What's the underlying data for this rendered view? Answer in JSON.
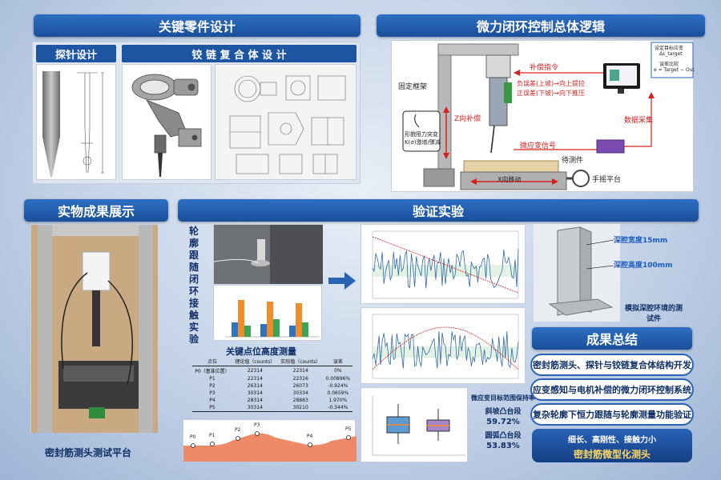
{
  "headers": {
    "key_parts": "关键零件设计",
    "control_logic": "微力闭环控制总体逻辑",
    "results_display": "实物成果展示",
    "verification": "验证实验",
    "summary": "成果总结"
  },
  "subheaders": {
    "probe": "探针设计",
    "hinge": "铰 链 复 合 体 设 计"
  },
  "diagram": {
    "fixed_frame": "固定框架",
    "z_comp": "Z向补偿",
    "compensation_cmd": "补偿指令",
    "neg_err": "负误差(上坡)→向上提拉",
    "pos_err": "正误差(下坡)→向下推压",
    "data_acq": "数据采集",
    "strain_signal": "微应变信号",
    "workpiece": "待测件",
    "x_move": "X向移动",
    "hand_stage": "手摇平台",
    "shape_res": "形貌阻力突变",
    "k_sigma": "K(σ)激增/骤减",
    "screen_l1": "设定目标应变",
    "screen_l2": "Δε_target",
    "screen_l3": "误差比较",
    "screen_l4": "e = Target − Out"
  },
  "platform_caption": "密封筋测头测试平台",
  "vertical_caption": "轮廓跟随闭环接触实验",
  "table": {
    "title": "关键点位高度测量",
    "headers": [
      "点位",
      "理论值（counts）",
      "实际值（counts）",
      "误差"
    ],
    "rows": [
      [
        "P0（基准位置）",
        "22314",
        "22314",
        "0%"
      ],
      [
        "P1",
        "22314",
        "22316",
        "0.00896%"
      ],
      [
        "P2",
        "26314",
        "26073",
        "-0.924%"
      ],
      [
        "P3",
        "30314",
        "30334",
        "0.0659%"
      ],
      [
        "P4",
        "28314",
        "28883",
        "1.970%"
      ],
      [
        "P5",
        "30314",
        "30210",
        "-0.344%"
      ]
    ]
  },
  "profile_points": [
    "P0",
    "P1",
    "P2",
    "P3",
    "P4",
    "P5"
  ],
  "strain_stats": {
    "title": "微应变目标范围保持率",
    "slope_label": "斜坡凸台段",
    "slope_value": "59.72%",
    "arc_label": "圆弧凸台段",
    "arc_value": "53.83%"
  },
  "cavity": {
    "width": "深腔宽度15mm",
    "height": "深腔高度100mm",
    "caption": "模拟深腔环境的测试件"
  },
  "summary_items": [
    "密封筋测头、探针与铰链复合体结构开发",
    "应变感知与电机补偿的微力闭环控制系统",
    "复杂轮廓下恒力跟随与轮廓测量功能验证"
  ],
  "final_box": {
    "line1": "细长、高刚性、接触力小",
    "line2": "密封筋微型化测头"
  },
  "colors": {
    "header_blue": "#1d55a3",
    "accent_yellow": "#ffd75e",
    "blue_text": "#1c5bbf",
    "red_text": "#d62020"
  }
}
